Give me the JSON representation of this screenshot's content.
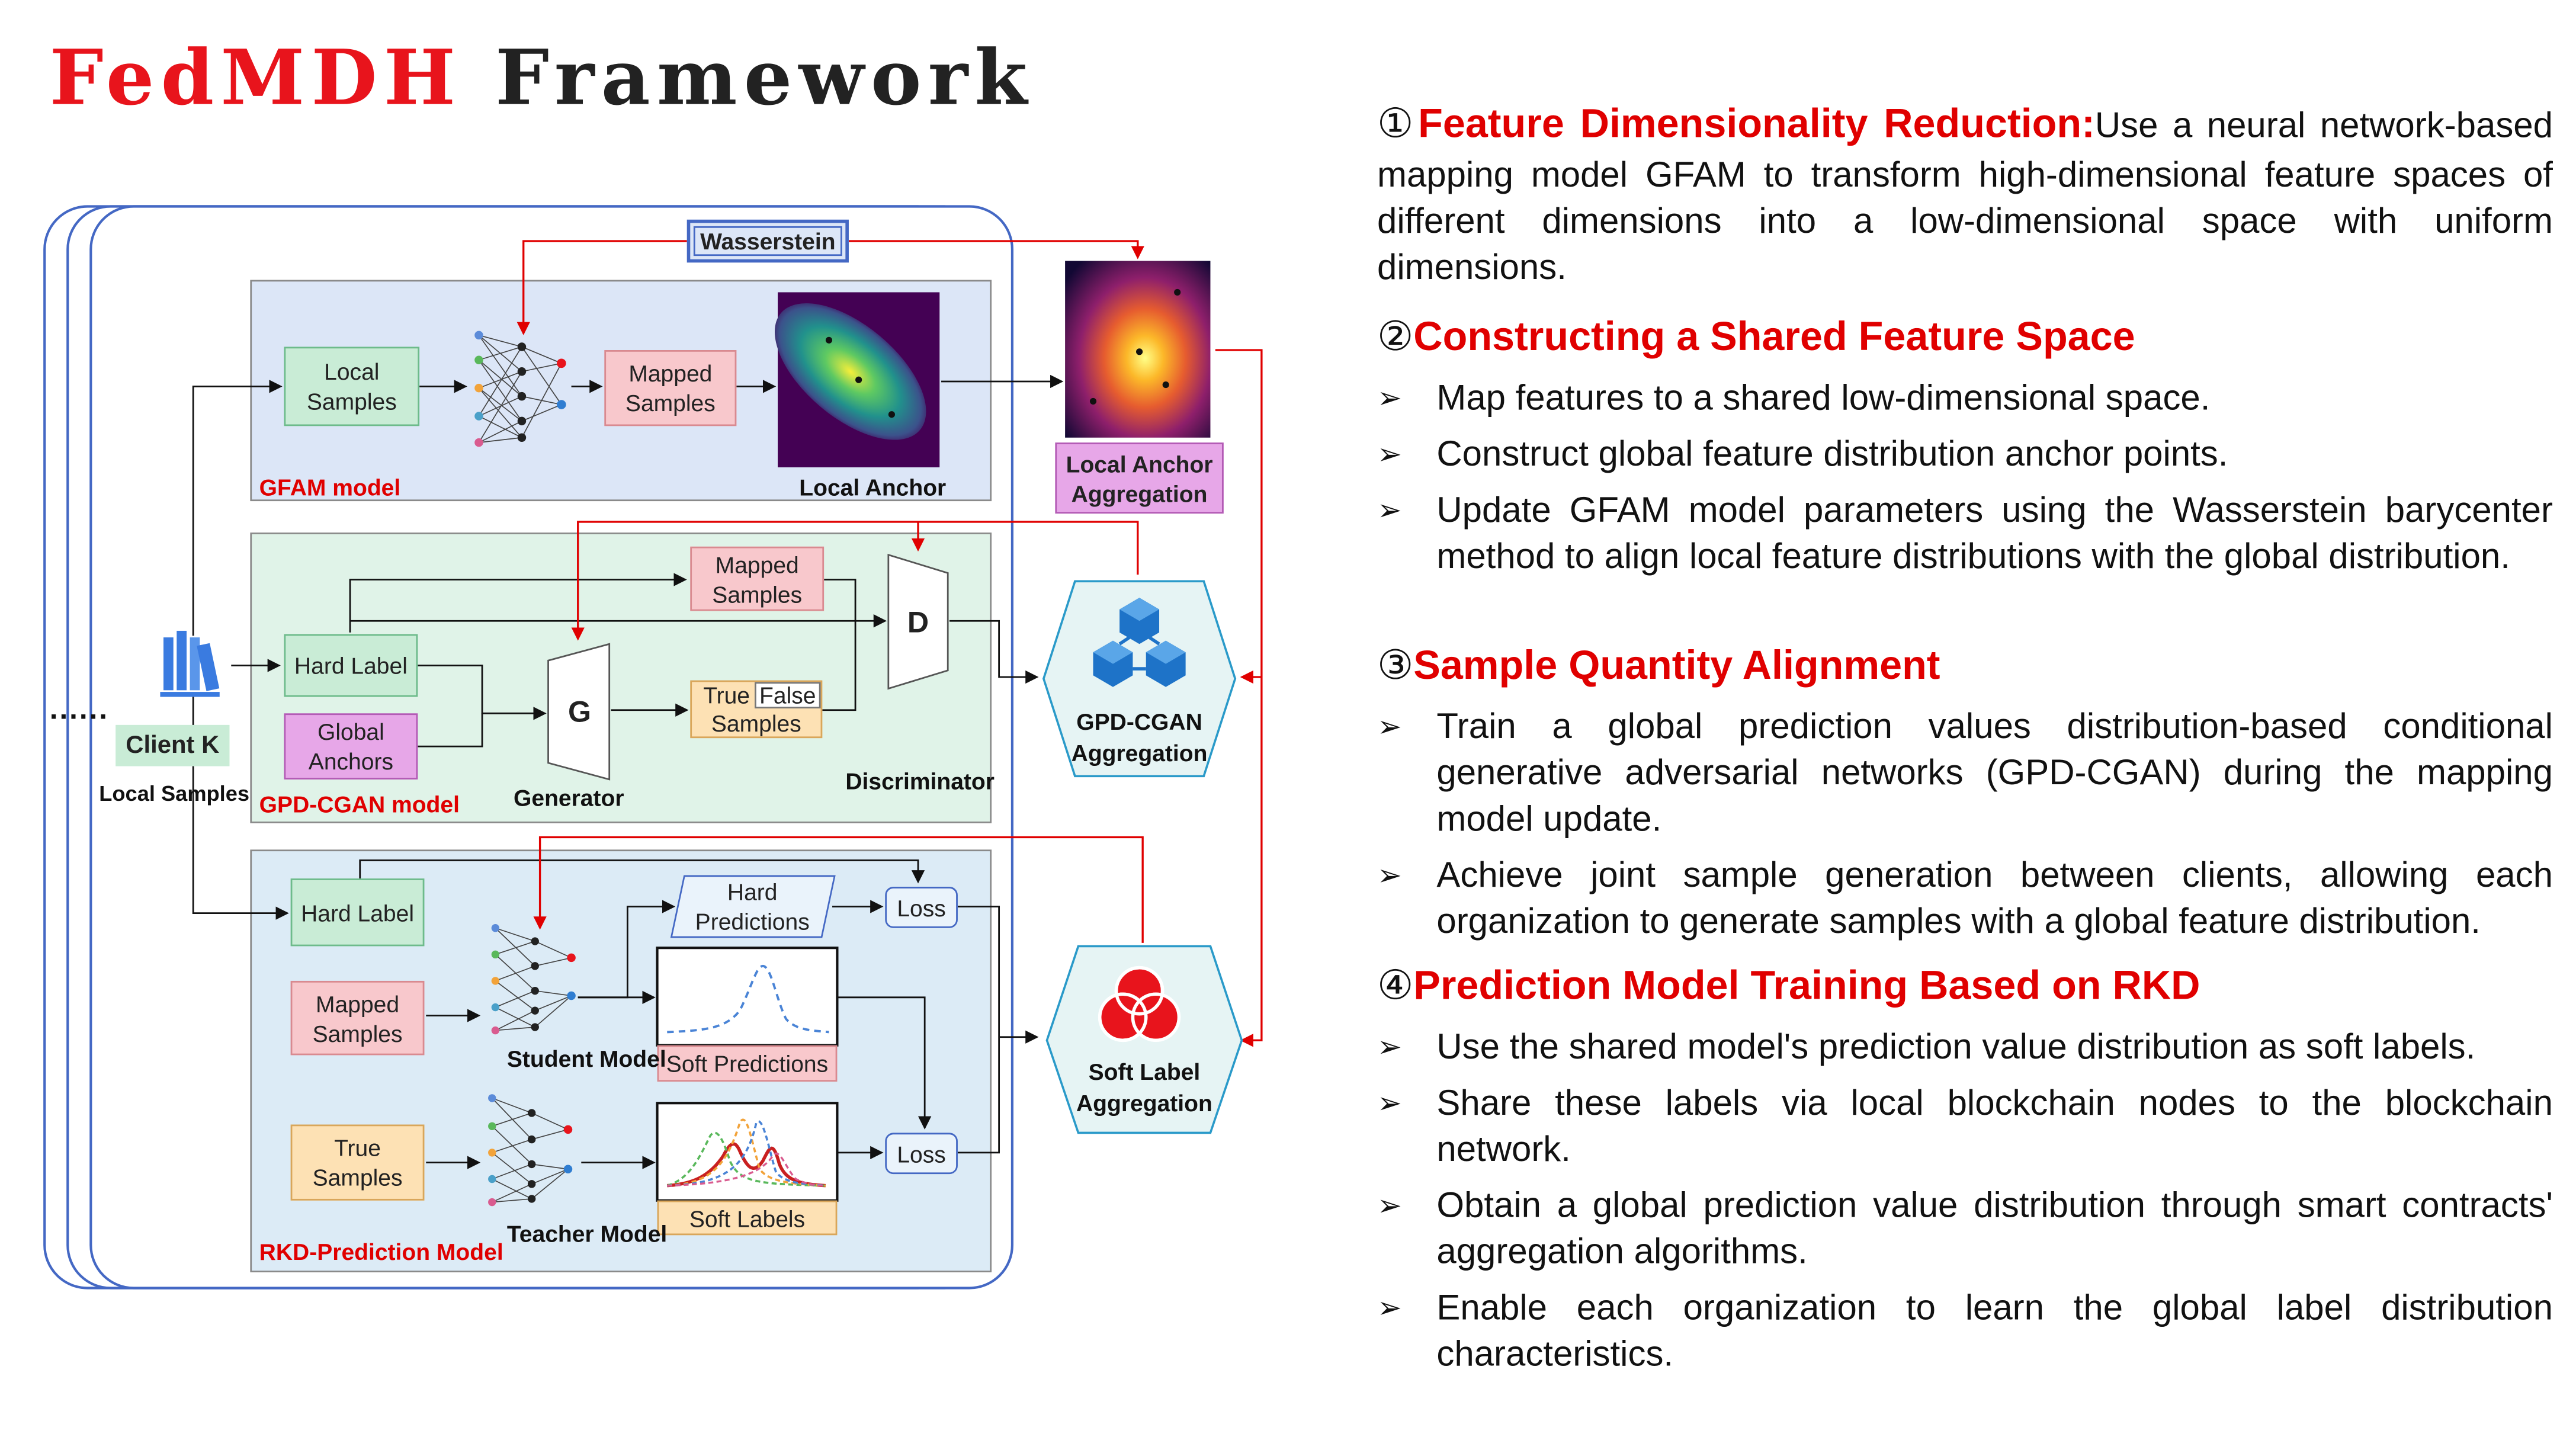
{
  "title": {
    "part1": "FedMDH",
    "part2": "Framework"
  },
  "diagram": {
    "wasserstein": "Wasserstein",
    "gfam": {
      "module_label": "GFAM model",
      "local_samples": "Local\nSamples",
      "mapped_samples": "Mapped\nSamples",
      "local_anchor": "Local Anchor"
    },
    "local_anchor_aggregation": "Local Anchor\nAggregation",
    "gpd": {
      "module_label": "GPD-CGAN model",
      "hard_label": "Hard Label",
      "global_anchors": "Global\nAnchors",
      "mapped_samples": "Mapped\nSamples",
      "generator_letter": "G",
      "generator_label": "Generator",
      "true": "True",
      "false": "False",
      "samples": "Samples",
      "discriminator_letter": "D",
      "discriminator_label": "Discriminator"
    },
    "gpd_aggregation": "GPD-CGAN\nAggregation",
    "client": {
      "name": "Client K",
      "caption": "Local Samples"
    },
    "rkd": {
      "module_label": "RKD-Prediction Model",
      "hard_label": "Hard Label",
      "mapped_samples": "Mapped\nSamples",
      "true_samples": "True\nSamples",
      "hard_predictions": "Hard\nPredictions",
      "loss1": "Loss",
      "loss2": "Loss",
      "soft_predictions": "Soft Predictions",
      "soft_labels": "Soft Labels",
      "student_model": "Student Model",
      "teacher_model": "Teacher Model"
    },
    "soft_label_aggregation": "Soft Label\nAggregation"
  },
  "sections": [
    {
      "num": "①",
      "heading": "Feature Dimensionality Reduction:",
      "text": "Use a neural network-based mapping model GFAM to transform high-dimensional feature spaces of different dimensions into a low-dimensional space with uniform dimensions."
    },
    {
      "num": "②",
      "heading": "Constructing a Shared Feature Space",
      "bullets": [
        "Map features to a shared low-dimensional space.",
        "Construct global feature distribution anchor points.",
        "Update GFAM model parameters using the Wasserstein barycenter method to align local feature distributions with the global distribution."
      ]
    },
    {
      "num": "③",
      "heading": "Sample Quantity Alignment",
      "bullets": [
        "Train a global prediction values distribution-based conditional generative adversarial networks (GPD-CGAN) during the mapping model update.",
        "Achieve joint sample generation between clients, allowing each organization to generate samples with a global feature distribution."
      ]
    },
    {
      "num": "④",
      "heading": "Prediction Model Training Based on RKD",
      "bullets": [
        "Use the shared model's prediction value distribution as soft labels.",
        "Share these labels via local blockchain nodes to the blockchain network.",
        "Obtain a global prediction value distribution through smart contracts' aggregation algorithms.",
        "Enable each organization to learn the global label distribution characteristics."
      ]
    }
  ],
  "colors": {
    "accent_red": "#e00000",
    "gfam_bg": "#dce6f7",
    "gpd_bg": "#e0f3e8",
    "rkd_bg": "#dcebf6",
    "green_box": "#c9ecd6",
    "pink_box": "#f8c8cc",
    "purple_box": "#e7a7e8",
    "orange_box": "#fde1b4",
    "hex_fill": "#e6f4f4"
  },
  "icons": [
    "bookshelf-icon",
    "blockchain-cubes-icon",
    "venn-circles-icon",
    "neural-network-icon",
    "arrow-bullet-icon"
  ]
}
